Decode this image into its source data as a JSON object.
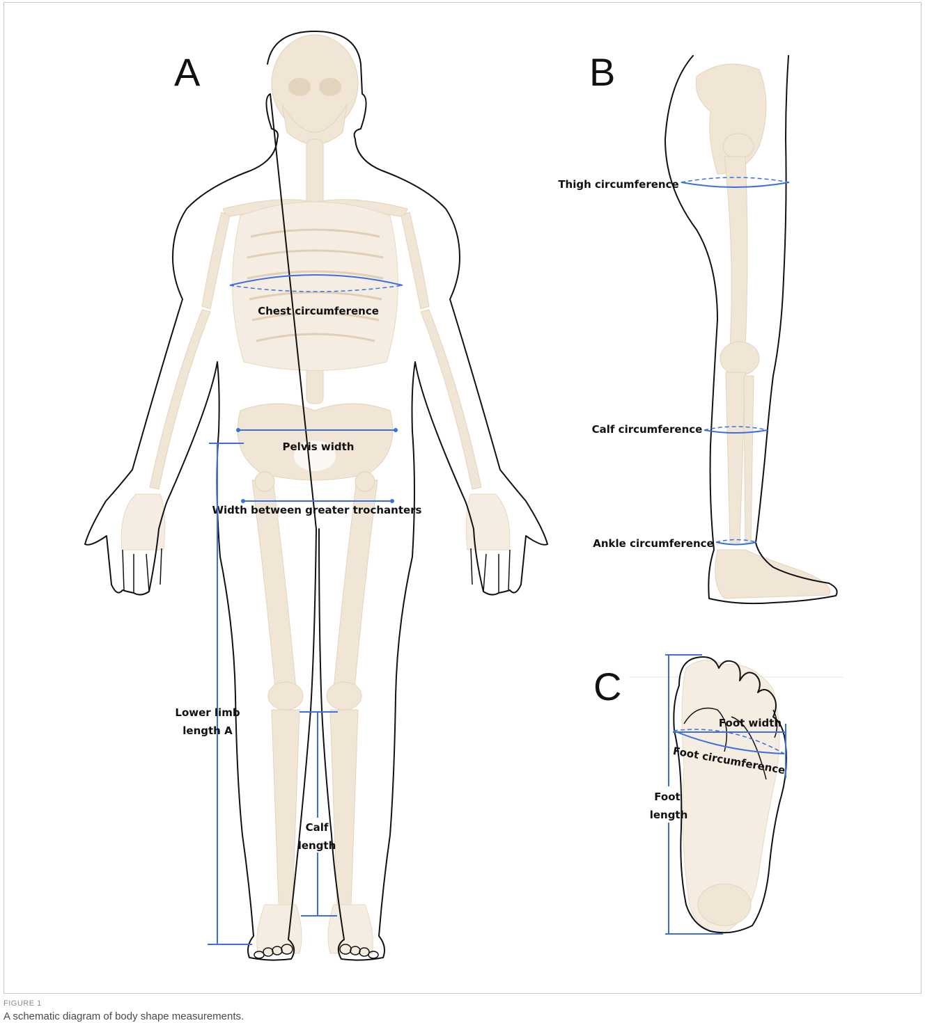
{
  "figure": {
    "label": "FIGURE 1",
    "caption": "A schematic diagram of body shape measurements."
  },
  "panels": {
    "a": {
      "letter": "A"
    },
    "b": {
      "letter": "B"
    },
    "c": {
      "letter": "C"
    }
  },
  "labels": {
    "chest": "Chest circumference",
    "pelvis": "Pelvis width",
    "trochanters": "Width between greater trochanters",
    "lower_limb_line1": "Lower limb",
    "lower_limb_line2": "length A",
    "calf_len_line1": "Calf",
    "calf_len_line2": "length",
    "thigh": "Thigh circumference",
    "calf_circ": "Calf circumference",
    "ankle": "Ankle circumference",
    "foot_width": "Foot width",
    "foot_circ": "Foot circumference",
    "foot_len_line1": "Foot",
    "foot_len_line2": "length"
  },
  "colors": {
    "measurement": "#3b6fe0",
    "bone": "#f1e6d6",
    "outline": "#111111"
  }
}
